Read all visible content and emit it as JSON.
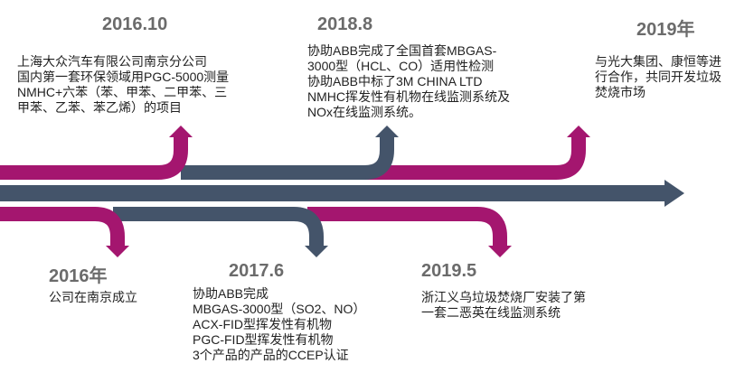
{
  "colors": {
    "magenta": "#a4166f",
    "slate": "#44546a",
    "year_text": "#6b6b6b",
    "body_text": "#222222"
  },
  "milestones": [
    {
      "id": "2016-10",
      "year": "2016.10",
      "lines": [
        "上海大众汽车有限公司南京分公司",
        "国内第一套环保领域用PGC-5000测量",
        "NMHC+六苯（苯、甲苯、二甲苯、三",
        "甲苯、乙苯、苯乙烯）的项目"
      ]
    },
    {
      "id": "2018-8",
      "year": "2018.8",
      "lines": [
        "协助ABB完成了全国首套MBGAS-",
        "3000型（HCL、CO）适用性检测",
        "协助ABB中标了3M CHINA LTD",
        "NMHC挥发性有机物在线监测系统及",
        "NOx在线监测系统。"
      ]
    },
    {
      "id": "2019",
      "year": "2019年",
      "lines": [
        "与光大集团、康恒等进",
        "行合作，共同开发垃圾",
        "焚烧市场"
      ]
    },
    {
      "id": "2016",
      "year": "2016年",
      "lines": [
        "公司在南京成立"
      ]
    },
    {
      "id": "2017-6",
      "year": "2017.6",
      "lines": [
        "协助ABB完成",
        "MBGAS-3000型（SO2、NO）",
        "ACX-FID型挥发性有机物",
        "PGC-FID型挥发性有机物",
        "3个产品的产品的CCEP认证"
      ]
    },
    {
      "id": "2019-5",
      "year": "2019.5",
      "lines": [
        "浙江义乌垃圾焚烧厂安装了第",
        "一套二恶英在线监测系统"
      ]
    }
  ]
}
